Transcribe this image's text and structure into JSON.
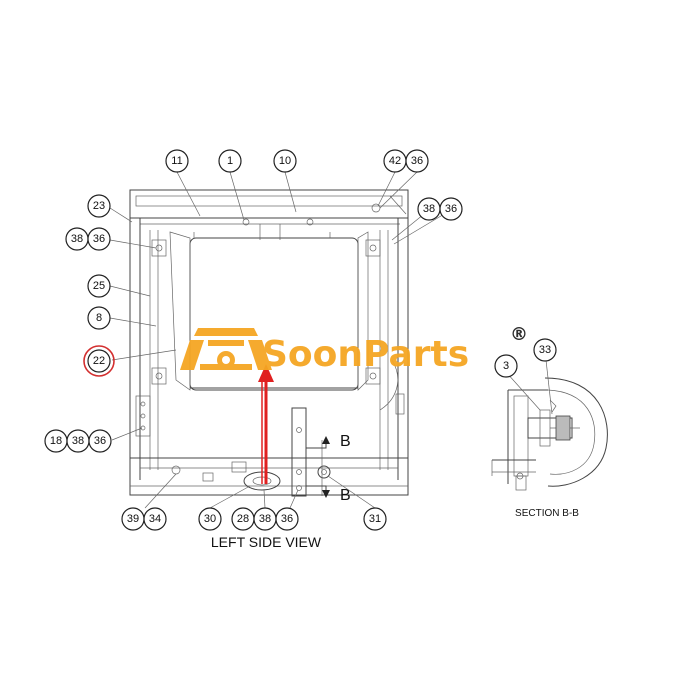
{
  "diagram": {
    "view_caption": "LEFT SIDE VIEW",
    "section_caption": "SECTION B-B",
    "section_marker": "B",
    "highlight_color": "#d32f2f",
    "arrow_color": "#e02020",
    "callouts_top": [
      "11",
      "1",
      "10",
      "42",
      "36",
      "38",
      "36"
    ],
    "callouts_left": [
      "23",
      "38",
      "36",
      "25",
      "8",
      "22",
      "18",
      "38",
      "36"
    ],
    "callouts_bottom": [
      "39",
      "34",
      "30",
      "28",
      "38",
      "36",
      "31"
    ],
    "callouts_section": [
      "3",
      "33"
    ]
  },
  "watermark": {
    "brand": "SoonParts",
    "registered": "®",
    "color": "#f5a623"
  }
}
